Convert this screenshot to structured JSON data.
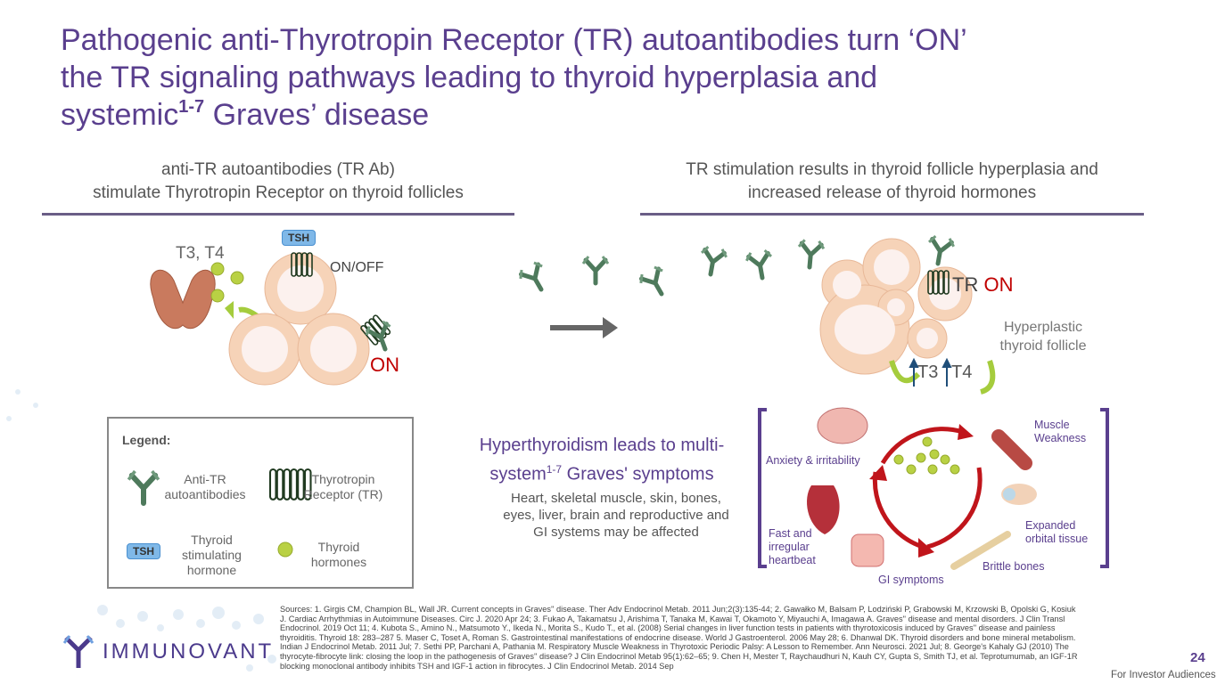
{
  "title": {
    "line1": "Pathogenic anti-Thyrotropin Receptor (TR) autoantibodies turn ‘ON’",
    "line2": "the TR signaling pathways leading to thyroid hyperplasia and",
    "line3_a": "systemic",
    "line3_sup": "1-7",
    "line3_b": " Graves’ disease"
  },
  "left_panel": {
    "heading_line1": "anti-TR autoantibodies (TR Ab)",
    "heading_line2": "stimulate Thyrotropin Receptor on thyroid follicles",
    "hormones_label": "T3,  T4",
    "tsh_badge": "TSH",
    "on_off_label": "ON/OFF",
    "on_label": "ON"
  },
  "legend": {
    "title": "Legend:",
    "items": [
      {
        "label": "Anti-TR autoantibodies"
      },
      {
        "label": "Thyrotropin Receptor (TR)"
      },
      {
        "label": "Thyroid stimulating hormone",
        "badge": "TSH"
      },
      {
        "label": "Thyroid hormones"
      }
    ]
  },
  "right_panel": {
    "heading_line1": "TR stimulation results in thyroid follicle hyperplasia and",
    "heading_line2": "increased release of thyroid hormones",
    "tr_label": "TR",
    "on_label": "ON",
    "hyperplastic_label": "Hyperplastic thyroid follicle",
    "t3": "T3",
    "t4": "T4"
  },
  "symptoms": {
    "heading_a": "Hyperthyroidism leads to multi-system",
    "heading_sup": "1-7",
    "heading_b": " Graves' symptoms",
    "body": "Heart, skeletal muscle, skin, bones, eyes, liver, brain and reproductive and GI systems may be affected",
    "items": {
      "anxiety": "Anxiety & irritability",
      "muscle": "Muscle Weakness",
      "heart": "Fast and irregular heartbeat",
      "eye": "Expanded orbital tissue",
      "bones": "Brittle bones",
      "gi": "GI symptoms"
    }
  },
  "sources": "Sources: 1. Girgis CM, Champion BL, Wall JR. Current concepts in Graves'' disease. Ther Adv Endocrinol Metab. 2011 Jun;2(3):135-44; 2. Gawałko M, Balsam P, Lodziński P, Grabowski M, Krzowski B, Opolski G, Kosiuk J. Cardiac Arrhythmias in Autoimmune Diseases. Circ J. 2020 Apr 24; 3. Fukao A, Takamatsu J, Arishima T, Tanaka M, Kawai T, Okamoto Y, Miyauchi A, Imagawa A. Graves'' disease and mental disorders. J Clin Transl Endocrinol. 2019 Oct 11; 4. Kubota S., Amino N., Matsumoto Y., Ikeda N., Morita S., Kudo T., et al. (2008) Serial changes in liver function tests in patients with thyrotoxicosis induced by Graves'' disease and painless thyroiditis. Thyroid 18: 283–287 5. Maser C, Toset A, Roman S. Gastrointestinal manifestations of endocrine disease. World J Gastroenterol. 2006 May 28; 6. Dhanwal DK. Thyroid disorders and bone mineral metabolism. Indian J Endocrinol Metab. 2011 Jul; 7. Sethi PP, Parchani A, Pathania M. Respiratory Muscle Weakness in Thyrotoxic Periodic Palsy: A Lesson to Remember. Ann Neurosci. 2021 Jul; 8. George's Kahaly GJ (2010) The thyrocyte-fibrocyte link: closing the loop in the pathogenesis of Graves'' disease? J Clin Endocrinol Metab 95(1):62–65; 9. Chen H, Mester T, Raychaudhuri N, Kauh CY, Gupta S, Smith TJ, et al. Teprotumumab, an IGF-1R blocking monoclonal antibody inhibits TSH and IGF-1 action in fibrocytes. J Clin Endocrinol Metab. 2014 Sep",
  "footer": {
    "logo": "IMMUNOVANT",
    "page_number": "24",
    "disclaimer": "For Investor Audiences Only"
  },
  "colors": {
    "purple": "#5a3f8e",
    "red": "#c00000",
    "antibody": "#4e7a5c",
    "hormone": "#b9d144",
    "follicle": "#f6d3b8",
    "cycle": "#c0151b"
  }
}
